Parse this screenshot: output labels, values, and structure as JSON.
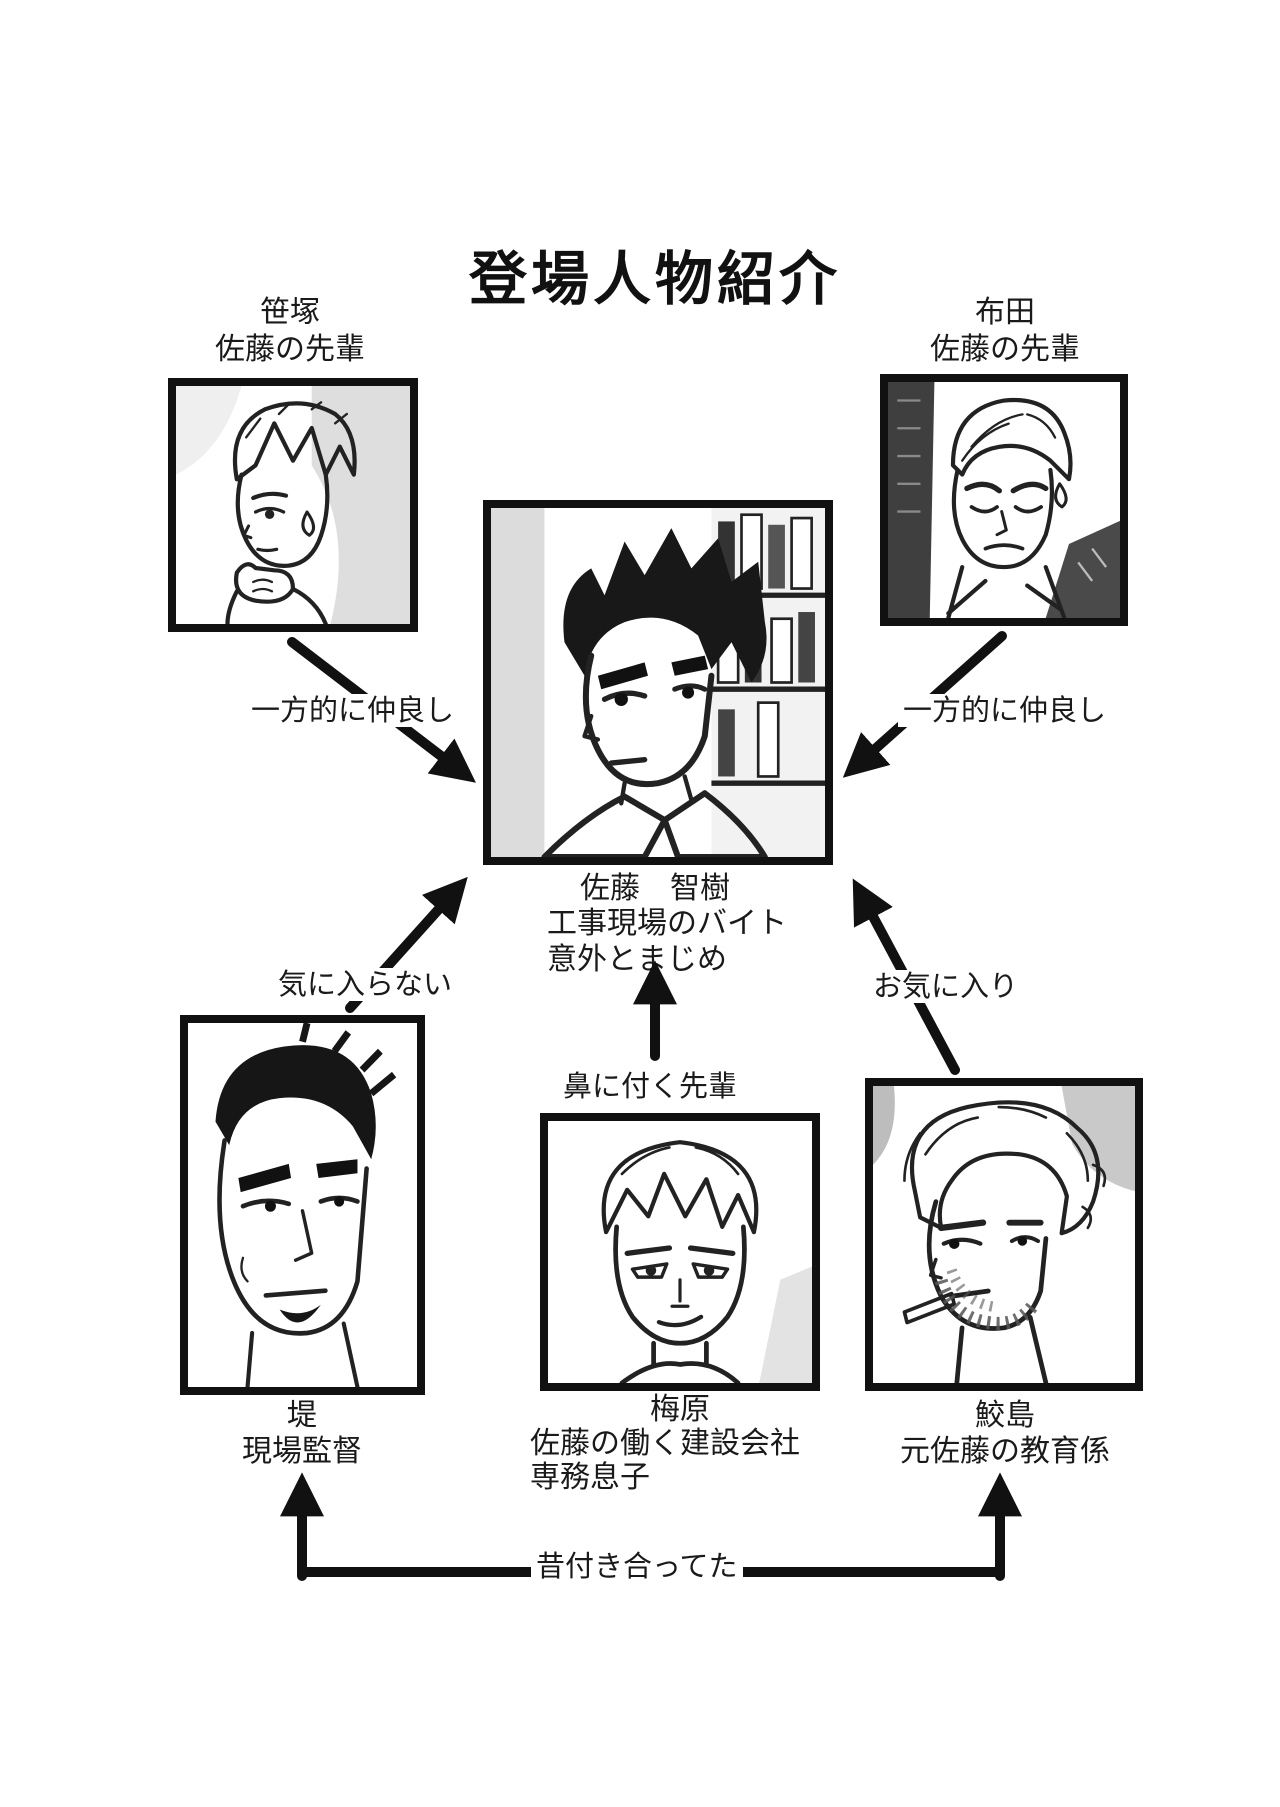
{
  "title": "登場人物紹介",
  "characters": {
    "sasazuka": {
      "name": "笹塚",
      "role": "佐藤の先輩"
    },
    "fuda": {
      "name": "布田",
      "role": "佐藤の先輩"
    },
    "sato": {
      "name": "佐藤　智樹",
      "role1": "工事現場のバイト",
      "role2": "意外とまじめ"
    },
    "tsutsumi": {
      "name": "堤",
      "role": "現場監督"
    },
    "umehara": {
      "name": "梅原",
      "role1": "佐藤の働く建設会社",
      "role2": "専務息子"
    },
    "samejima": {
      "name": "鮫島",
      "role": "元佐藤の教育係"
    }
  },
  "relationships": {
    "sasazuka_sato": "一方的に仲良し",
    "fuda_sato": "一方的に仲良し",
    "tsutsumi_sato": "気に入らない",
    "umehara_sato": "鼻に付く先輩",
    "samejima_sato": "お気に入り",
    "tsutsumi_samejima": "昔付き合ってた"
  },
  "colors": {
    "ink": "#111111",
    "paper": "#ffffff"
  }
}
